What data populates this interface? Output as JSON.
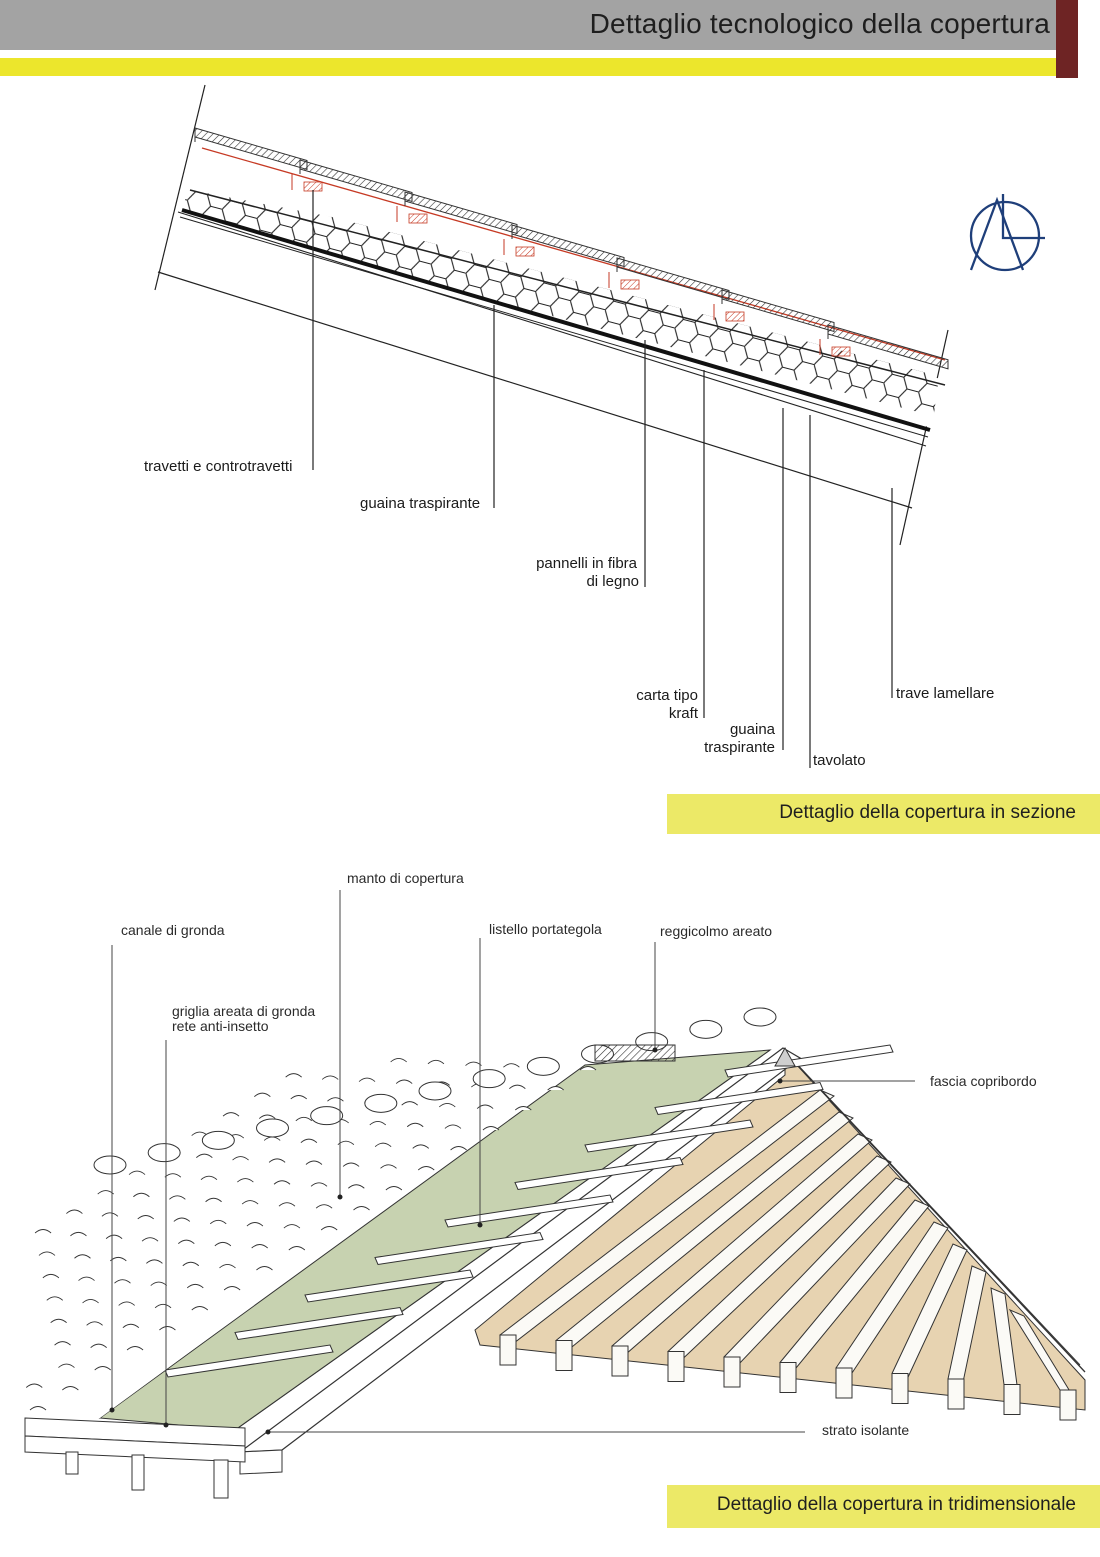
{
  "header": {
    "title": "Dettaglio tecnologico della copertura"
  },
  "section_view": {
    "caption": "Dettaglio della copertura in sezione",
    "labels": {
      "travetti": "travetti e controtravetti",
      "guaina_top": "guaina traspirante",
      "pannelli_1": "pannelli in fibra",
      "pannelli_2": "di legno",
      "carta_1": "carta tipo",
      "carta_2": "kraft",
      "guaina_bottom_1": "guaina",
      "guaina_bottom_2": "traspirante",
      "tavolato": "tavolato",
      "trave": "trave lamellare"
    }
  },
  "axonometric_view": {
    "caption": "Dettaglio della copertura in tridimensionale",
    "labels": {
      "manto": "manto di copertura",
      "canale": "canale di gronda",
      "listello": "listello portategola",
      "reggicolmo": "reggicolmo areato",
      "griglia": "griglia areata di gronda",
      "rete": "rete anti-insetto",
      "fascia": "fascia copribordo",
      "strato": "strato isolante"
    }
  },
  "colors": {
    "header_gray": "#a3a3a3",
    "header_yellow": "#ece62c",
    "header_maroon": "#6e2424",
    "caption_bg": "#ece967",
    "membrane_red": "#c63a24",
    "insulation_green": "#c7d2b0",
    "timber_beige": "#e7d3b1",
    "logo_blue": "#1f3f7a"
  },
  "icons": {
    "logo": "monogram-logo-icon"
  }
}
